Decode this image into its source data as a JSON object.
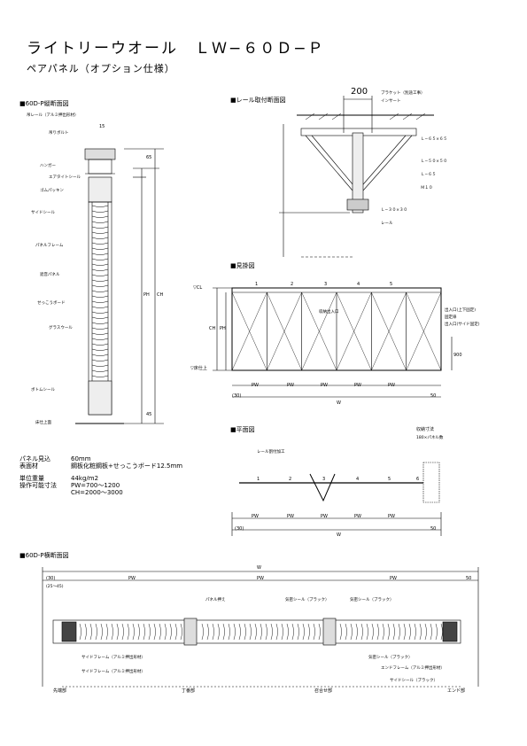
{
  "header": {
    "title": "ライトリーウオール　ＬＷ−６０Ｄ−Ｐ",
    "subtitle": "ペアパネル（オプション仕様）"
  },
  "sections": {
    "vertical": "■60D-P縦断面図",
    "rail": "■レール取付断面図",
    "elevation": "■見掛図",
    "plan": "■平面図",
    "horizontal": "■60D-P横断面図"
  },
  "rail_detail": {
    "dimension": "200",
    "callouts": [
      "ブラケット（別途工事）",
      "インサート",
      "Ｌ−６５×６５",
      "Ｌ−５０×５０",
      "Ｌ−６５",
      "Ｍ１０",
      "Ｌ−３０×３０",
      "レール"
    ]
  },
  "vertical_section": {
    "labels": [
      "吊レール（アルミ押出形材）",
      "吊りボルト",
      "ハンガー",
      "エアタイトシール",
      "ゴムパッキン",
      "サイドシール",
      "パネルフレーム",
      "遮音パネル",
      "せっこうボード",
      "グラスウール",
      "ボトムシール",
      "床仕上面"
    ],
    "dims": [
      "PH",
      "CH",
      "15",
      "65",
      "45"
    ]
  },
  "elevation": {
    "panel_numbers": [
      "1",
      "2",
      "3",
      "4",
      "5"
    ],
    "left_labels": [
      "▽CL",
      "CH",
      "PH",
      "▽床仕上"
    ],
    "bottom_dims": [
      "(30)",
      "PW",
      "PW",
      "PW",
      "PW",
      "PW",
      "50"
    ],
    "total": "W",
    "notes": [
      "収納出入口",
      "出入口(上下固定)",
      "固定扉",
      "出入口(サイド固定)"
    ],
    "height_dim": "900"
  },
  "plan_view": {
    "title_note": "レール割付加工",
    "storage_title": "収納寸法",
    "storage_note": "180×パネル数",
    "panel_numbers": [
      "1",
      "2",
      "3",
      "4",
      "5",
      "6"
    ],
    "bottom_dims": [
      "(30)",
      "PW",
      "PW",
      "PW",
      "PW",
      "PW",
      "50"
    ],
    "total": "W"
  },
  "spec": {
    "rows": [
      {
        "key": "パネル見込",
        "value": "60mm"
      },
      {
        "key": "表面材",
        "value": "鋼板化粧鋼板+せっこうボード12.5mm"
      },
      {
        "key": "単位重量",
        "value": "44kg/m2"
      },
      {
        "key": "操作可能寸法",
        "value": "PW=700〜1200"
      },
      {
        "key": "",
        "value": "CH=2000〜3000"
      }
    ]
  },
  "horizontal_section": {
    "total": "W",
    "dims": [
      "(30)",
      "PW",
      "PW",
      "PW",
      "50"
    ],
    "sub_dim": "(25〜45)",
    "labels_top": [
      "パネル押え",
      "気密シール（ブラック）",
      "気密シール（ブラック）"
    ],
    "labels_bottom_left": [
      "サイドフレーム（アルミ押出形材）",
      "サイドフレーム（アルミ押出形材）"
    ],
    "labels_bottom_right": [
      "気密シール（ブラック）",
      "エンドフレーム（アルミ押出形材）",
      "サイドシール（ブラック）"
    ],
    "parts": [
      "先端部",
      "丁番部",
      "召合せ部",
      "エンド部"
    ]
  }
}
